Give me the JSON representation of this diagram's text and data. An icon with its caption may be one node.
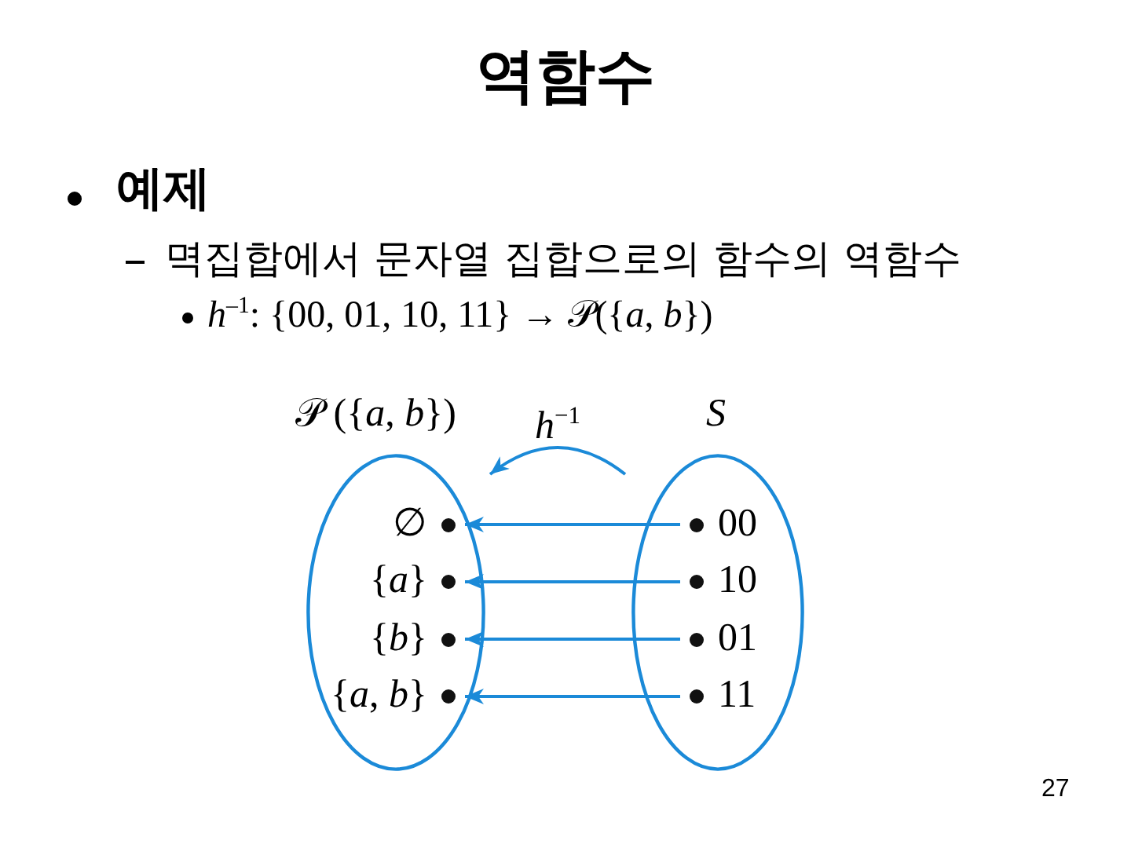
{
  "diagram": {
    "title": "역함수",
    "nodes": [
      {
        "text": [
          "𝒫 ({*a*, *b*})"
        ]
      },
      {
        "text": [
          "∅"
        ],
        "in": 0
      },
      {
        "text": [
          "{*a*}"
        ],
        "in": 0
      },
      {
        "text": [
          "{*b*}"
        ],
        "in": 0
      },
      {
        "text": [
          "{*a*, *b*}"
        ],
        "in": 0
      },
      {
        "text": [
          "S"
        ]
      },
      {
        "text": [
          "00"
        ],
        "in": 5
      },
      {
        "text": [
          "10"
        ],
        "in": 5
      },
      {
        "text": [
          "01"
        ],
        "in": 5
      },
      {
        "text": [
          "11"
        ],
        "in": 5
      }
    ],
    "edges": [
      {
        "from": 5,
        "to": 0,
        "arrow": "to",
        "label": "*h*$^{−1}$"
      },
      {
        "from": 6,
        "to": 1,
        "arrow": "to"
      },
      {
        "from": 7,
        "to": 2,
        "arrow": "to"
      },
      {
        "from": 8,
        "to": 3,
        "arrow": "to"
      },
      {
        "from": 9,
        "to": 4,
        "arrow": "to"
      }
    ],
    "labels": [
      "예제",
      "멱집합에서 문자열 집합으로의 함수의 역함수",
      "*h*$^{–1}$: {00, 01, 10, 11} → 𝒫({*a*, *b*})",
      "27"
    ]
  }
}
